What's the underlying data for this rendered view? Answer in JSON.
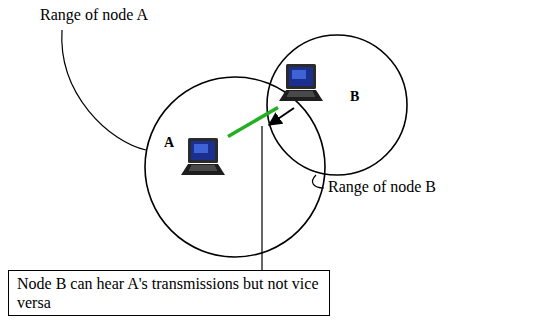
{
  "diagram": {
    "nodes": [
      {
        "text": [
          "A"
        ]
      },
      {
        "text": [
          "B"
        ]
      },
      {
        "text": [
          "Node B can hear A's transmissions but not vice versa"
        ]
      }
    ],
    "edges": [
      {
        "from": 0,
        "to": 1,
        "arrow": "none"
      }
    ],
    "labels": [
      "Range of node A",
      "Range of node B"
    ]
  }
}
